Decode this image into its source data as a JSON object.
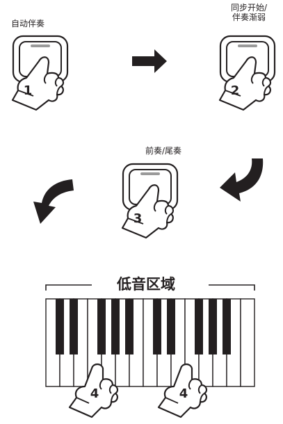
{
  "steps": {
    "step1": {
      "label": "自动伴奏",
      "number": "1"
    },
    "step2": {
      "label_line1": "同步开始/",
      "label_line2": "伴奏渐弱",
      "number": "2"
    },
    "step3": {
      "label": "前奏/尾奏",
      "number": "3"
    },
    "step4": {
      "number": "4"
    }
  },
  "keyboard": {
    "range_label": "低音区域",
    "white_keys": 15,
    "key_color": "#ffffff",
    "black_key_color": "#231f20"
  },
  "arrows": {
    "color": "#231f20"
  }
}
